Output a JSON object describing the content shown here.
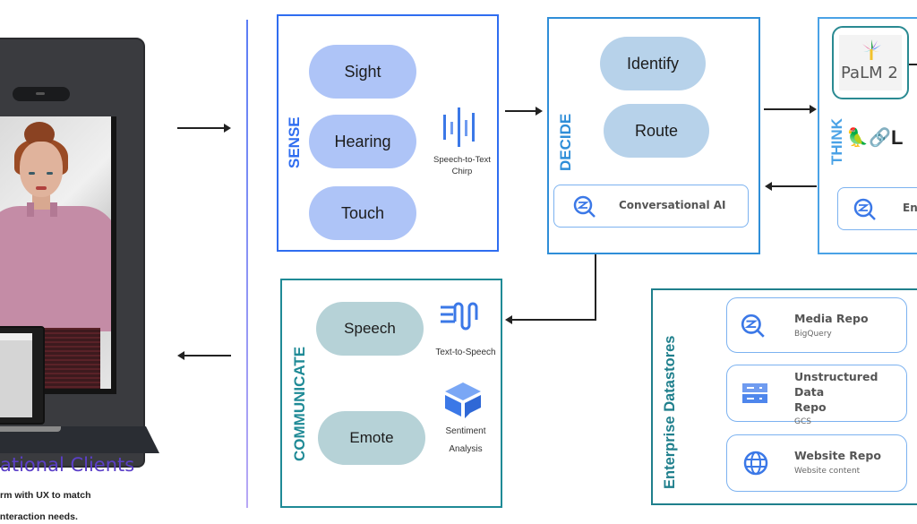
{
  "clients": {
    "title": "ational Clients",
    "description_lines": [
      "rm with UX to match",
      " interaction needs."
    ]
  },
  "sense": {
    "label": "SENSE",
    "pills": [
      "Sight",
      "Hearing",
      "Touch"
    ],
    "service": {
      "icon": "speech-to-text-icon",
      "caption_lines": [
        "Speech-to-Text",
        "Chirp"
      ]
    }
  },
  "decide": {
    "label": "DECIDE",
    "pills": [
      "Identify",
      "Route"
    ],
    "card": {
      "icon": "conversational-ai-icon",
      "label": "Conversational AI"
    }
  },
  "think": {
    "label": "THINK",
    "model": {
      "icon": "palm-icon",
      "label": "PaLM 2"
    },
    "langchain": {
      "icons": [
        "parrot-icon",
        "chain-link-icon"
      ],
      "text": "L"
    },
    "card": {
      "icon": "enterprise-search-icon",
      "label": "Ent"
    }
  },
  "communicate": {
    "label": "COMMUNICATE",
    "pills": [
      "Speech",
      "Emote"
    ],
    "services": [
      {
        "icon": "text-to-speech-icon",
        "caption_lines": [
          "Text-to-Speech"
        ]
      },
      {
        "icon": "sentiment-analysis-icon",
        "caption_lines": [
          "Sentiment",
          "Analysis"
        ]
      }
    ]
  },
  "datastores": {
    "label": "Enterprise Datastores",
    "repos": [
      {
        "icon": "bigquery-icon",
        "title_lines": [
          "Media Repo"
        ],
        "subtitle": "BigQuery"
      },
      {
        "icon": "storage-icon",
        "title_lines": [
          "Unstructured Data",
          "Repo"
        ],
        "subtitle": "GCS"
      },
      {
        "icon": "globe-icon",
        "title_lines": [
          "Website Repo"
        ],
        "subtitle": "Website content"
      }
    ]
  },
  "colors": {
    "sense": "#2f6df0",
    "decide": "#2f8ed8",
    "think": "#4aa2e6",
    "communicate": "#1f8a96",
    "datastores": "#1f7f8c",
    "clients_title": "#5b3fc8",
    "google_blue": "#3b78e7"
  }
}
